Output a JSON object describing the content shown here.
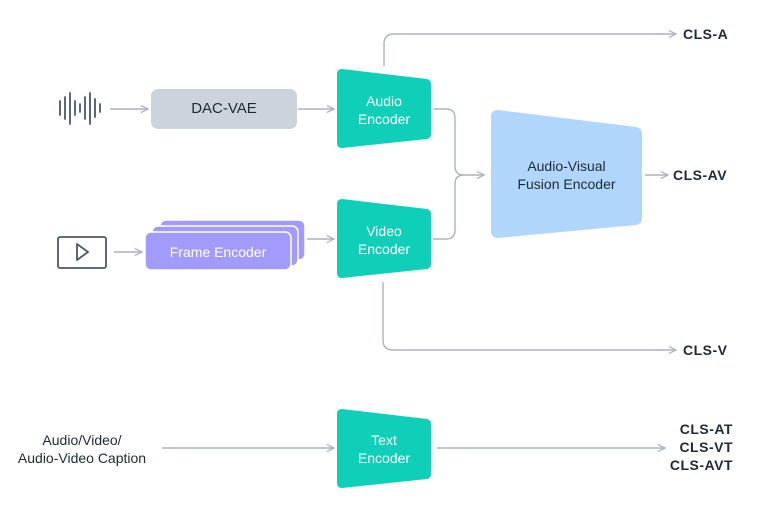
{
  "colors": {
    "encoder": "#0fcfb8",
    "fusion": "#b0d6fc",
    "dac_vae": "#ccd3dc",
    "frame_encoder": "#a39bfb",
    "frame_encoder_border": "#ffffff",
    "arrow": "#aab4c2",
    "icon_stroke": "#4a5869",
    "text_dark": "#1c2b33",
    "text_light": "#ffffff"
  },
  "inputs": {
    "audio_icon": "waveform-icon",
    "video_icon": "play-video-icon",
    "caption_line1": "Audio/Video/",
    "caption_line2": "Audio-Video Caption"
  },
  "nodes": {
    "dac_vae": "DAC-VAE",
    "frame_encoder": "Frame Encoder",
    "audio_encoder": [
      "Audio",
      "Encoder"
    ],
    "video_encoder": [
      "Video",
      "Encoder"
    ],
    "fusion_encoder": [
      "Audio-Visual",
      "Fusion Encoder"
    ],
    "text_encoder": [
      "Text",
      "Encoder"
    ]
  },
  "outputs": {
    "cls_a": "CLS-A",
    "cls_av": "CLS-AV",
    "cls_v": "CLS-V",
    "cls_at": "CLS-AT",
    "cls_vt": "CLS-VT",
    "cls_avt": "CLS-AVT"
  }
}
